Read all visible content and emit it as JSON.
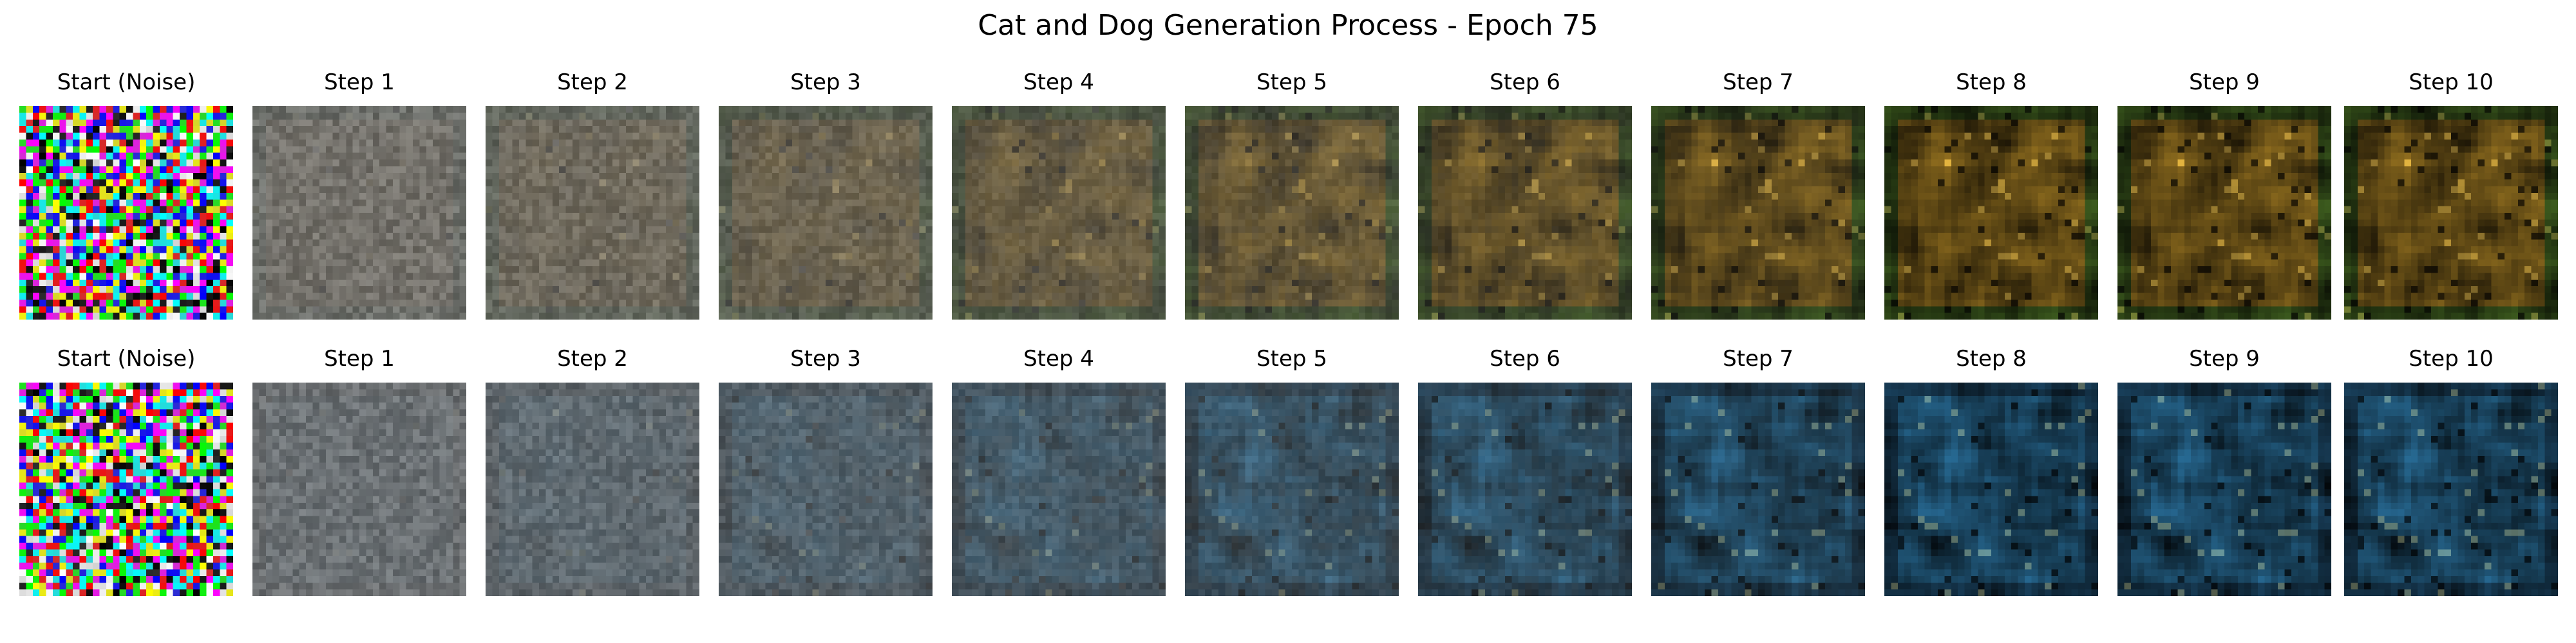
{
  "figure": {
    "title": "Cat and Dog Generation Process - Epoch 75"
  },
  "rows": [
    {
      "palette": "warm",
      "panels": [
        {
          "label": "Start (Noise)",
          "denoise_level": 0.0
        },
        {
          "label": "Step 1",
          "denoise_level": 0.1
        },
        {
          "label": "Step 2",
          "denoise_level": 0.2
        },
        {
          "label": "Step 3",
          "denoise_level": 0.3
        },
        {
          "label": "Step 4",
          "denoise_level": 0.4
        },
        {
          "label": "Step 5",
          "denoise_level": 0.5
        },
        {
          "label": "Step 6",
          "denoise_level": 0.6
        },
        {
          "label": "Step 7",
          "denoise_level": 0.7
        },
        {
          "label": "Step 8",
          "denoise_level": 0.8
        },
        {
          "label": "Step 9",
          "denoise_level": 0.9
        },
        {
          "label": "Step 10",
          "denoise_level": 1.0
        }
      ]
    },
    {
      "palette": "cool",
      "panels": [
        {
          "label": "Start (Noise)",
          "denoise_level": 0.0
        },
        {
          "label": "Step 1",
          "denoise_level": 0.1
        },
        {
          "label": "Step 2",
          "denoise_level": 0.2
        },
        {
          "label": "Step 3",
          "denoise_level": 0.3
        },
        {
          "label": "Step 4",
          "denoise_level": 0.4
        },
        {
          "label": "Step 5",
          "denoise_level": 0.5
        },
        {
          "label": "Step 6",
          "denoise_level": 0.6
        },
        {
          "label": "Step 7",
          "denoise_level": 0.7
        },
        {
          "label": "Step 8",
          "denoise_level": 0.8
        },
        {
          "label": "Step 9",
          "denoise_level": 0.9
        },
        {
          "label": "Step 10",
          "denoise_level": 1.0
        }
      ]
    }
  ],
  "colors": {
    "background": "#ffffff",
    "text": "#000000",
    "warm_target": "#a07a22",
    "warm_border": "#3f5f1f",
    "cool_target": "#2c77a6",
    "cool_border": "#1d4a6a"
  }
}
